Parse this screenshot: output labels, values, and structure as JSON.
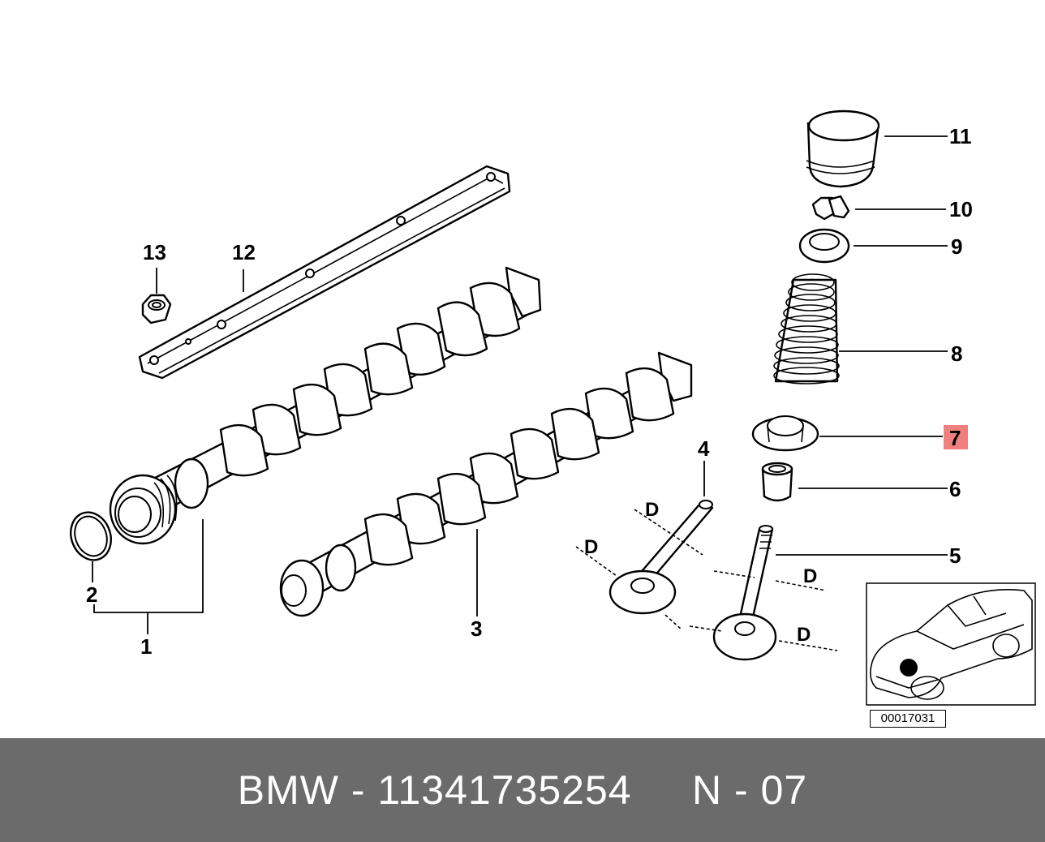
{
  "diagram": {
    "labels": {
      "l1": "1",
      "l2": "2",
      "l3": "3",
      "l4": "4",
      "l5": "5",
      "l6": "6",
      "l7": "7",
      "l8": "8",
      "l9": "9",
      "l10": "10",
      "l11": "11",
      "l12": "12",
      "l13": "13"
    },
    "dimension_labels": {
      "d": "D"
    },
    "highlight_part": "7",
    "highlight_color": "#f08080",
    "reference_number": "00017031"
  },
  "footer": {
    "text": "BMW - 11341735254     N - 07",
    "background_color": "#6b6b6b"
  }
}
